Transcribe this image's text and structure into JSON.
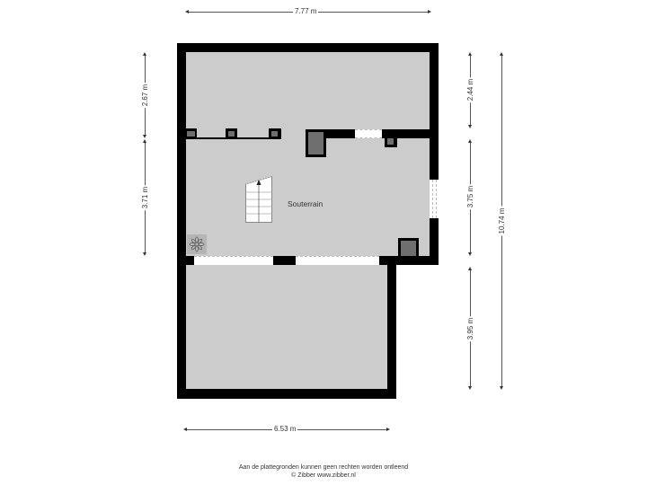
{
  "floorplan": {
    "room_label": "Souterrain",
    "colors": {
      "wall": "#000000",
      "floor": "#cccccc",
      "fixture": "#6f6f6f",
      "background": "#ffffff"
    }
  },
  "dimensions": {
    "top_width": "7.77 m",
    "bottom_width": "6.53 m",
    "left_upper": "2.67 m",
    "left_lower": "3.71 m",
    "right_upper": "2.44 m",
    "right_middle": "3.75 m",
    "right_lower": "3.95 m",
    "right_total": "10.74 m"
  },
  "icons": {
    "stairs": "stairs-icon",
    "fan": "fan-icon"
  },
  "footer": {
    "disclaimer": "Aan de plattegronden kunnen geen rechten worden ontleend",
    "copyright": "© Zibber www.zibber.nl"
  }
}
